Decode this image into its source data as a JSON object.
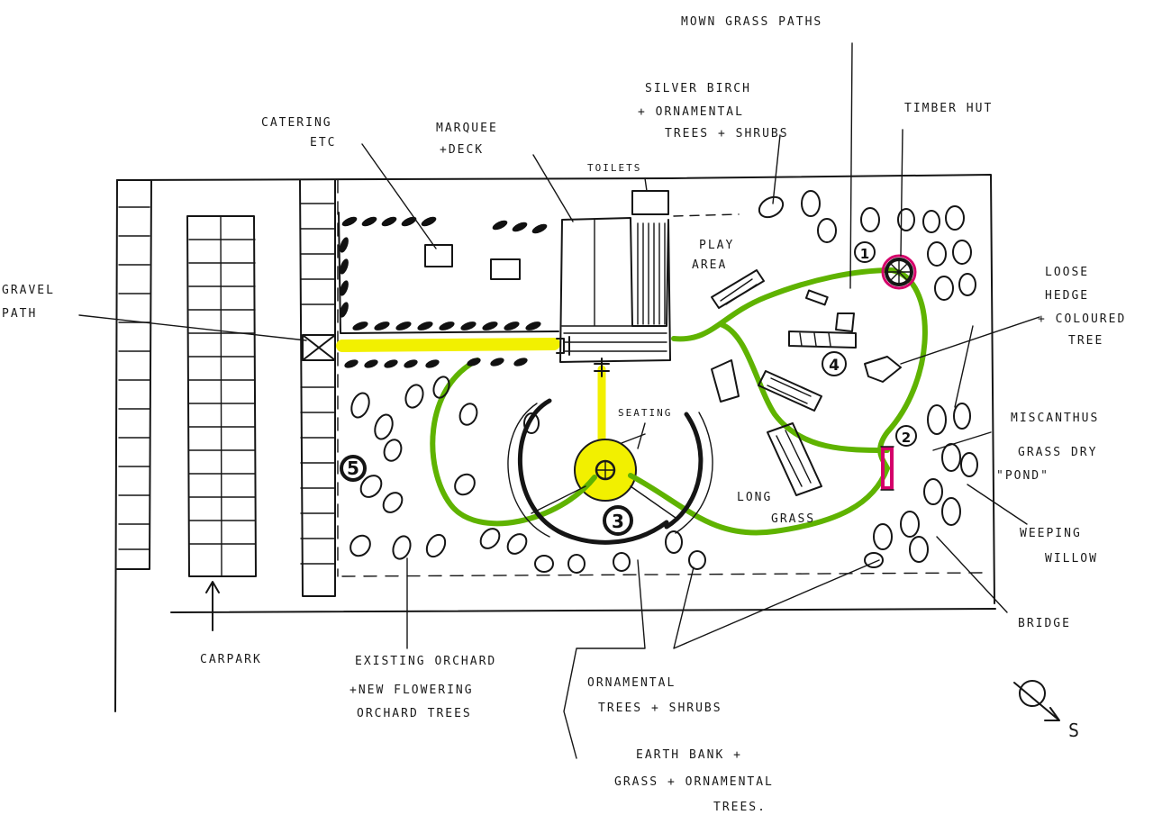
{
  "labels": {
    "mown_grass_paths": "MOWN GRASS PATHS",
    "silver_birch_1": "SILVER BIRCH",
    "silver_birch_2": "+ ORNAMENTAL",
    "silver_birch_3": "TREES + SHRUBS",
    "timber_hut": "TIMBER HUT",
    "catering_1": "CATERING",
    "catering_2": "ETC",
    "marquee_1": "MARQUEE",
    "marquee_2": "+DECK",
    "toilets": "TOILETS",
    "play_area_1": "PLAY",
    "play_area_2": "AREA",
    "gravel_1": "GRAVEL",
    "gravel_2": "PATH",
    "loose_hedge_1": "LOOSE",
    "loose_hedge_2": "HEDGE",
    "loose_hedge_3": "+ COLOURED",
    "loose_hedge_4": "TREE",
    "seating": "SEATING",
    "miscanthus_1": "MISCANTHUS",
    "miscanthus_2": "GRASS DRY",
    "miscanthus_3": "\"POND\"",
    "long_grass_1": "LONG",
    "long_grass_2": "GRASS",
    "weeping_1": "WEEPING",
    "weeping_2": "WILLOW",
    "bridge": "BRIDGE",
    "carpark": "CARPARK",
    "orchard_1": "EXISTING ORCHARD",
    "orchard_2": "+NEW FLOWERING",
    "orchard_3": "ORCHARD TREES",
    "ornamental_1": "ORNAMENTAL",
    "ornamental_2": "TREES + SHRUBS",
    "earth_bank_1": "EARTH BANK +",
    "earth_bank_2": "GRASS + ORNAMENTAL",
    "earth_bank_3": "TREES.",
    "north_mark": "S"
  },
  "markers": [
    "1",
    "2",
    "3",
    "4",
    "5"
  ],
  "colors": {
    "ink": "#151515",
    "gravel_path": "#f2f000",
    "mown_path": "#5fb300",
    "bridge": "#d4006a"
  }
}
